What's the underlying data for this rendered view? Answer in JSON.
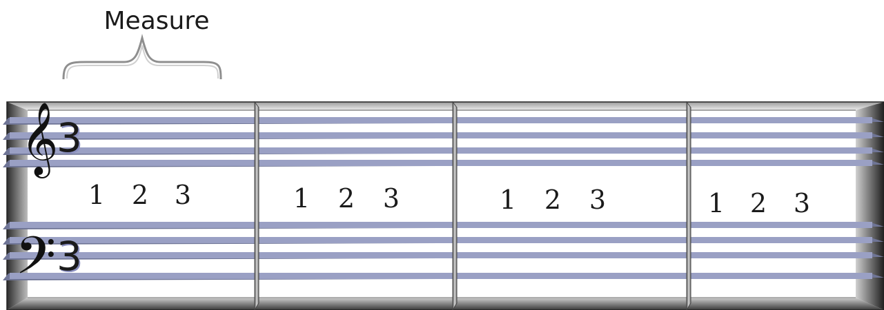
{
  "label": {
    "measure": "Measure"
  },
  "time_signature": {
    "treble_top": "3",
    "bass_top": "3"
  },
  "clefs": {
    "treble_icon": "treble-clef-icon",
    "bass_icon": "bass-clef-icon"
  },
  "measures": [
    {
      "counts": [
        "1",
        "2",
        "3"
      ]
    },
    {
      "counts": [
        "1",
        "2",
        "3"
      ]
    },
    {
      "counts": [
        "1",
        "2",
        "3"
      ]
    },
    {
      "counts": [
        "1",
        "2",
        "3"
      ]
    }
  ],
  "colors": {
    "staff_line": "#9aa0c4",
    "staff_line_shadow": "#6f7596",
    "frame_dark": "#3a3a3a",
    "barline": "#8c8c8c"
  }
}
